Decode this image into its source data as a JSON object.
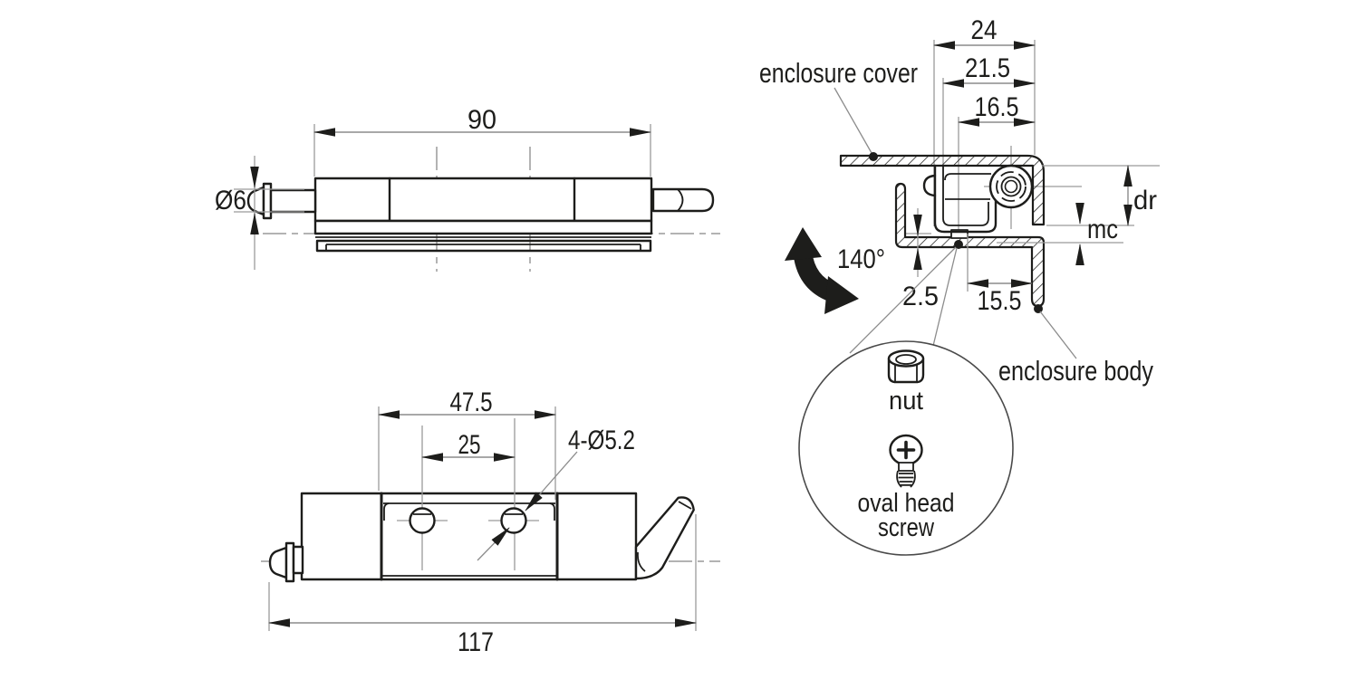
{
  "side_view": {
    "length": "90",
    "pin_diameter": "Ø6"
  },
  "top_view": {
    "mount_span": "47.5",
    "hole_pitch": "25",
    "holes": "4-Ø5.2",
    "overall_length": "117"
  },
  "section_view": {
    "overall_width": "24",
    "cover_width": "21.5",
    "inner_width": "16.5",
    "door_return": "dr",
    "mount_clearance": "mc",
    "sheet_thickness": "2.5",
    "body_offset": "15.5",
    "opening_angle": "140°",
    "cover_label": "enclosure cover",
    "body_label": "enclosure body"
  },
  "detail_view": {
    "nut_label": "nut",
    "screw_label_line1": "oval head",
    "screw_label_line2": "screw"
  },
  "colors": {
    "line": "#1d1d1b",
    "construction": "#8c8c8c",
    "background": "#ffffff"
  }
}
